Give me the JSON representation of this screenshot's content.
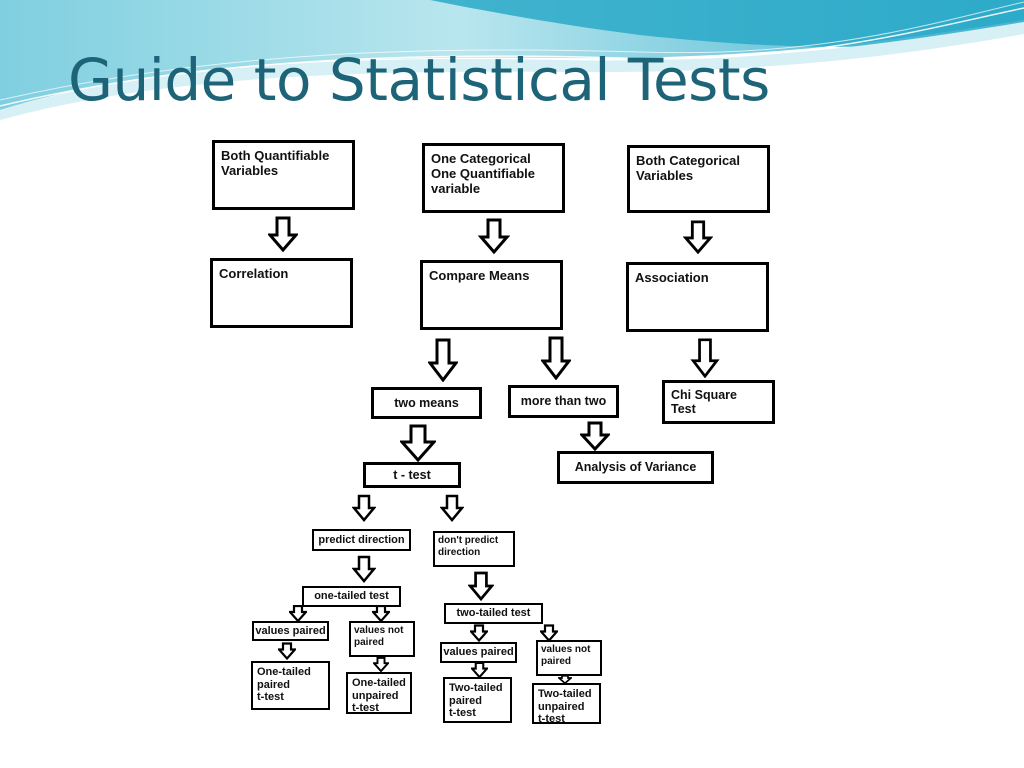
{
  "slide": {
    "title": "Guide to Statistical Tests",
    "colors": {
      "title": "#1d6478",
      "banner_light": "#bfe7ef",
      "banner_mid": "#7fcfe0",
      "banner_dark": "#2aa9c8"
    }
  },
  "flowchart": {
    "both_quantifiable": "Both Quantifiable\nVariables",
    "one_categorical": "One Categorical\nOne Quantifiable\nvariable",
    "both_categorical": "Both Categorical\nVariables",
    "correlation": "Correlation",
    "compare_means": "Compare Means",
    "association": "Association",
    "two_means": "two means",
    "more_than_two": "more than two",
    "chi_square": "Chi Square\nTest",
    "anova": "Analysis of Variance",
    "t_test": "t - test",
    "predict_direction": "predict direction",
    "dont_predict_direction": "don't predict\ndirection",
    "one_tailed_test": "one-tailed test",
    "two_tailed_test": "two-tailed test",
    "values_paired_left": "values paired",
    "values_not_paired_left": "values not\npaired",
    "values_paired_right": "values paired",
    "values_not_paired_right": "values not\npaired",
    "one_tailed_paired": "One-tailed\npaired\nt-test",
    "one_tailed_unpaired": "One-tailed\nunpaired\nt-test",
    "two_tailed_paired": "Two-tailed\npaired\nt-test",
    "two_tailed_unpaired": "Two-tailed\nunpaired\nt-test"
  }
}
